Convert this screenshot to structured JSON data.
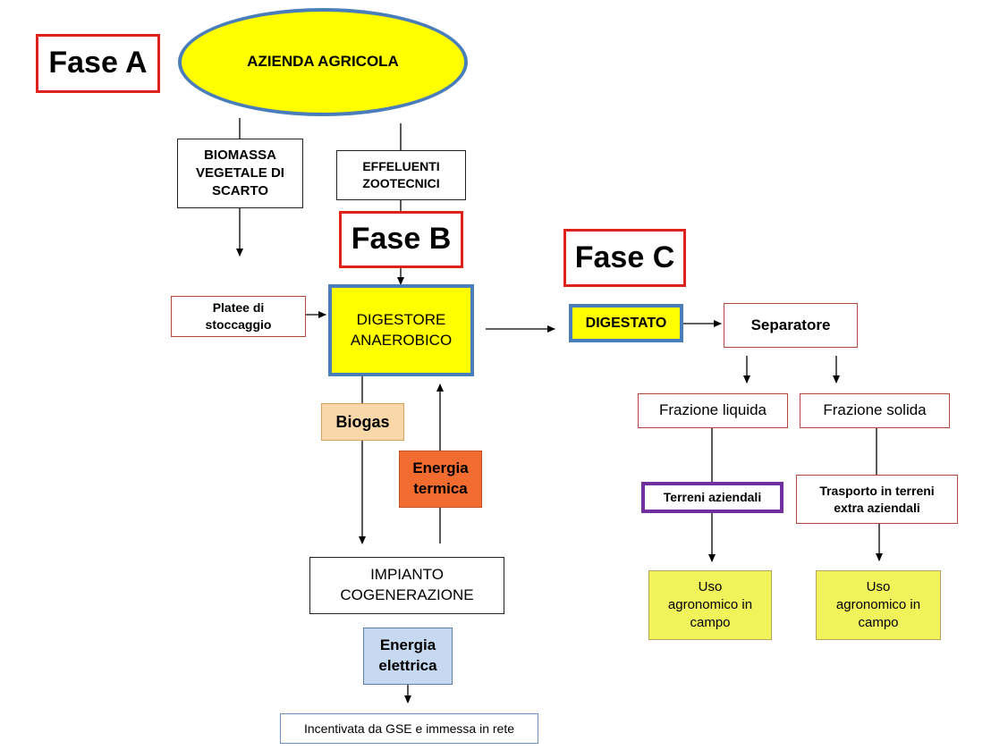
{
  "phases": {
    "a": "Fase A",
    "b": "Fase B",
    "c": "Fase C"
  },
  "nodes": {
    "farm": "AZIENDA AGRICOLA",
    "biomass": "BIOMASSA VEGETALE DI SCARTO",
    "effluents": "EFFELUENTI ZOOTECNICI",
    "storage": "Platee di stoccaggio",
    "digester": "DIGESTORE ANAEROBICO",
    "biogas": "Biogas",
    "thermal": "Energia termica",
    "cogeneration": "IMPIANTO COGENERAZIONE",
    "electric": "Energia elettrica",
    "grid": "Incentivata da GSE e immessa in rete",
    "digestate": "DIGESTATO",
    "separator": "Separatore",
    "liquid": "Frazione liquida",
    "solid": "Frazione solida",
    "farm_land": "Terreni aziendali",
    "transport": "Trasporto in terreni extra aziendali",
    "use_left": "Uso agronomico in campo",
    "use_right": "Uso agronomico in campo"
  },
  "colors": {
    "phase_border": "#e0221c",
    "yellow": "#ffff00",
    "blue_border": "#4a7ebb",
    "biogas_fill": "#fad7a8",
    "thermal_fill": "#f26b2f",
    "electric_fill": "#c6d9f1",
    "use_fill": "#f0f35a",
    "purple_border": "#7030a0"
  }
}
